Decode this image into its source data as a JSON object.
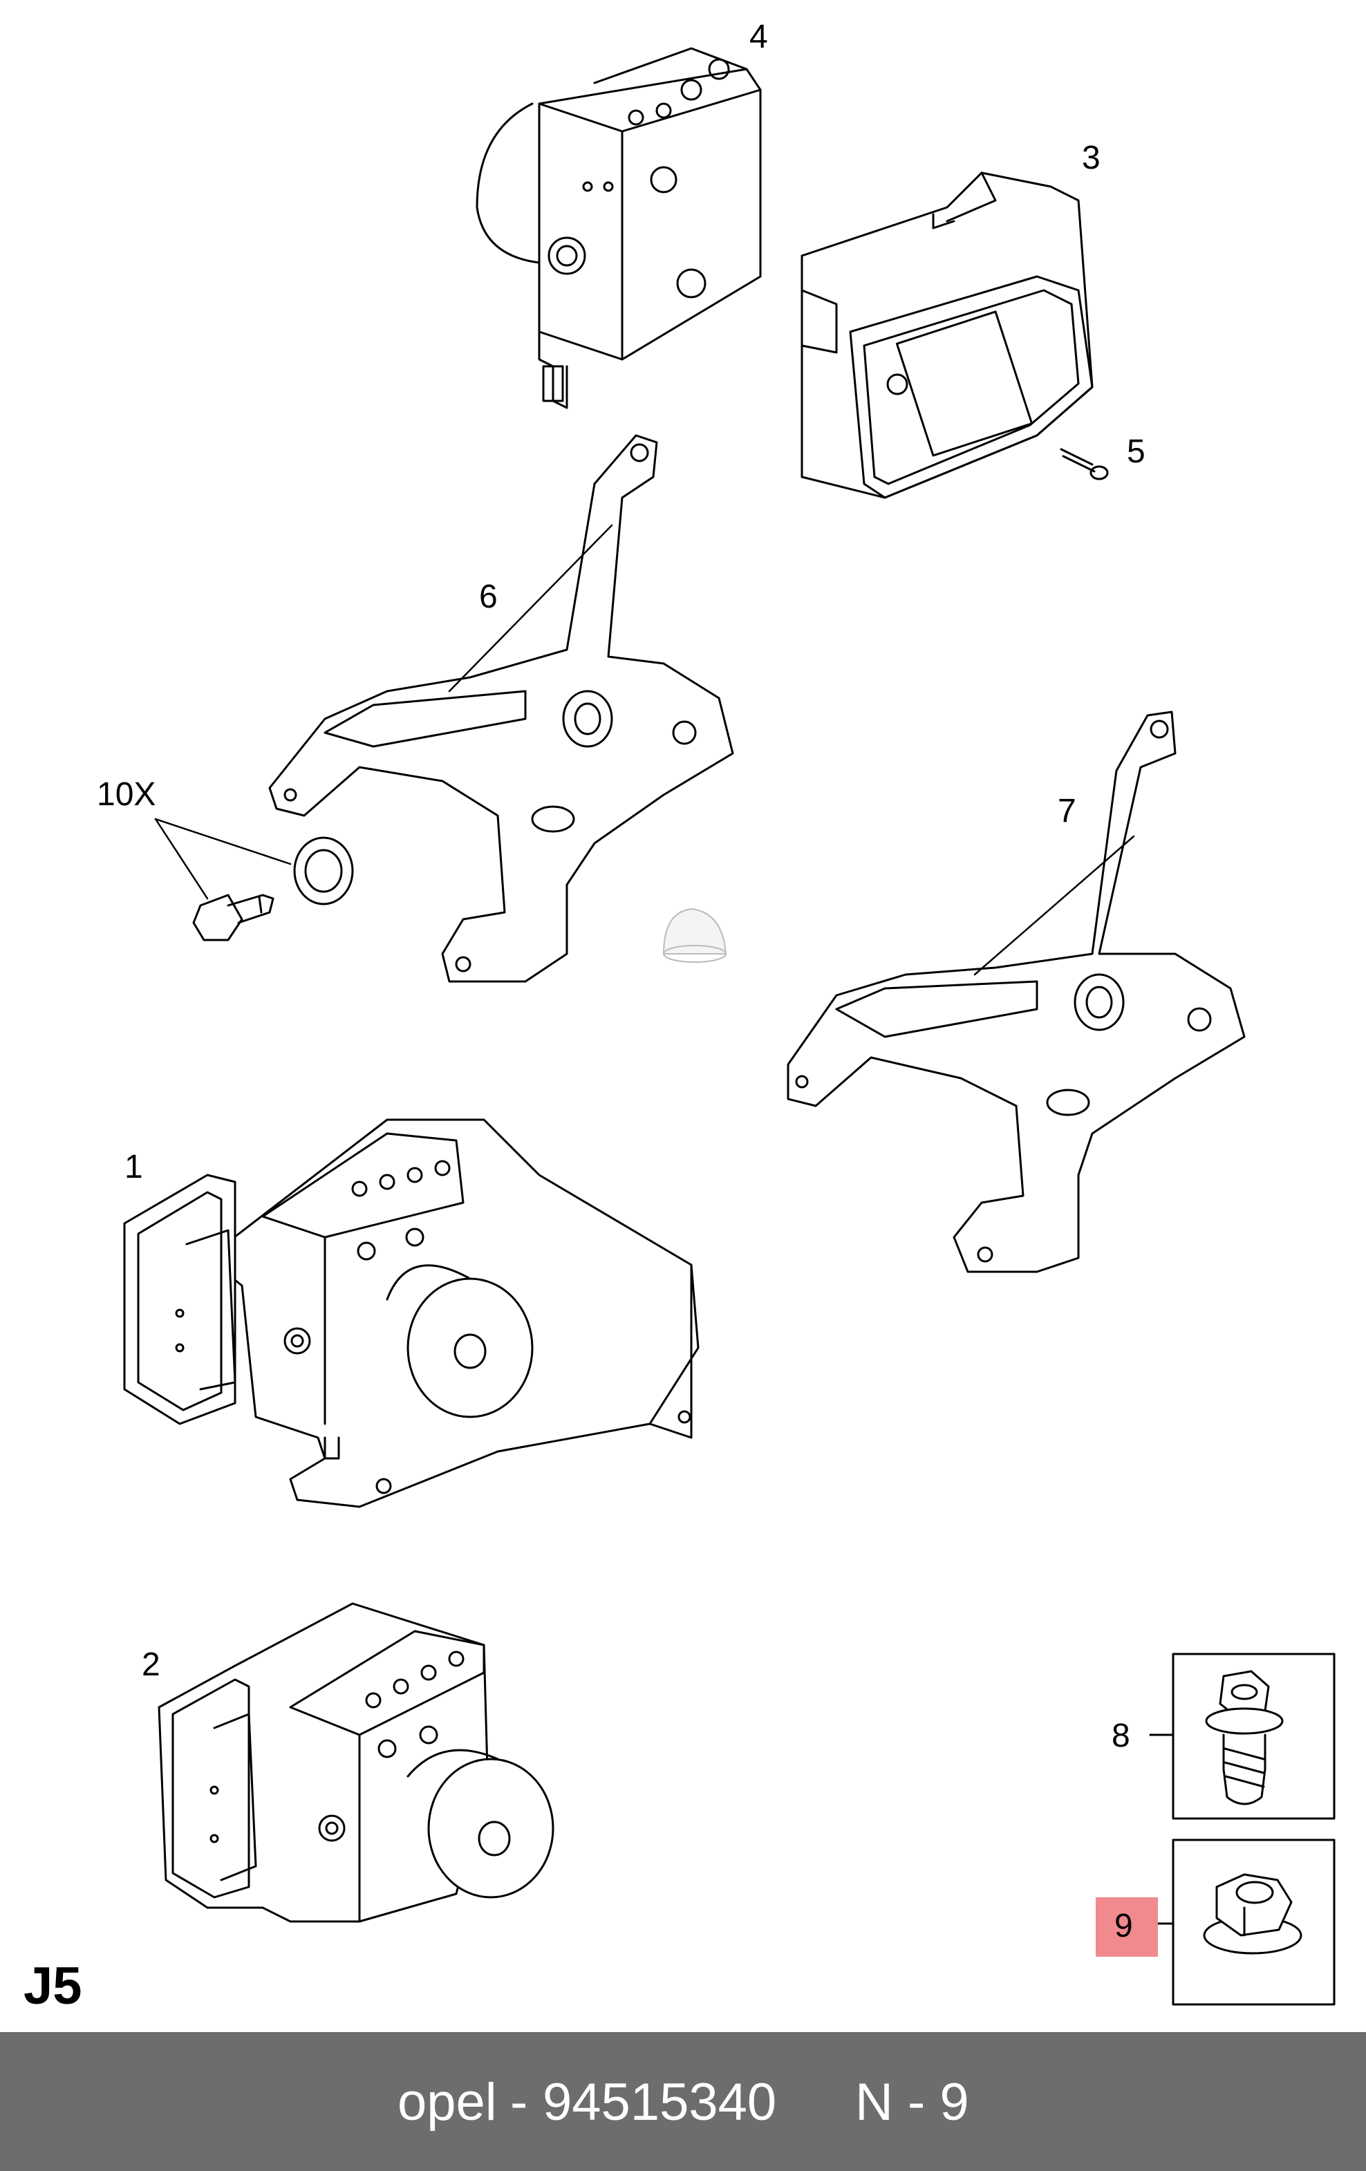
{
  "diagram": {
    "sheet_code": "J5",
    "callouts": [
      "1",
      "2",
      "3",
      "4",
      "5",
      "6",
      "7",
      "8",
      "9",
      "10X"
    ],
    "highlighted_callout": "9",
    "highlight_color": "#f08a8e"
  },
  "footer": {
    "brand": "opel",
    "separator": "-",
    "part_number": "94515340",
    "position_label": "N - 9",
    "background_color": "#6d6d6d"
  }
}
